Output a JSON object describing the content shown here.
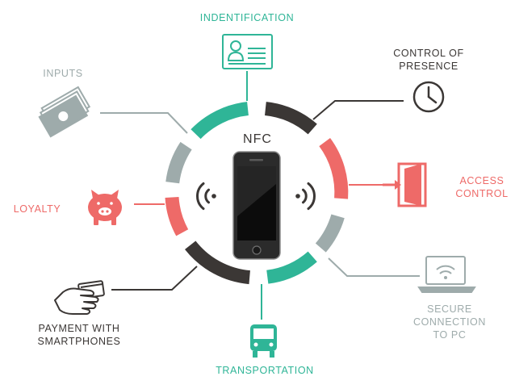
{
  "center": {
    "label": "NFC"
  },
  "labels": {
    "identification": "INDENTIFICATION",
    "control_presence": [
      "CONTROL OF",
      "PRESENCE"
    ],
    "inputs": "INPUTS",
    "access_control": [
      "ACCESS",
      "CONTROL"
    ],
    "loyalty": "LOYALTY",
    "secure_connection": [
      "SECURE",
      "CONNECTION",
      "TO PC"
    ],
    "payment": [
      "PAYMENT WITH",
      "SMARTPHONES"
    ],
    "transportation": "TRANSPORTATION"
  },
  "icons": {
    "identification": "id-card-icon",
    "control_presence": "clock-icon",
    "inputs": "banknotes-icon",
    "access_control": "door-enter-icon",
    "loyalty": "piggy-bank-icon",
    "secure_connection": "laptop-wifi-icon",
    "payment": "hand-card-icon",
    "transportation": "bus-icon",
    "phone": "smartphone-icon"
  },
  "colors": {
    "teal": "#2fb597",
    "dark": "#3b3735",
    "gray": "#9eabab",
    "red": "#ee6a68"
  }
}
